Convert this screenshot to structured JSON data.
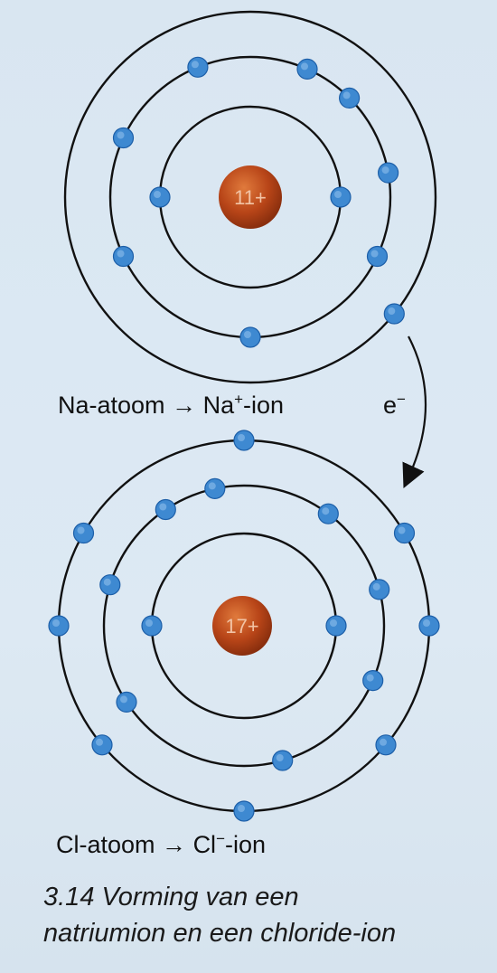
{
  "sodium": {
    "nucleus_label": "11+",
    "shells": [
      2,
      8,
      1
    ],
    "caption_atom": "Na-atoom",
    "caption_arrow": "→",
    "caption_ion_symbol": "Na",
    "caption_ion_charge": "+",
    "caption_ion_suffix": "-ion"
  },
  "transfer": {
    "label": "e",
    "charge": "−"
  },
  "chlorine": {
    "nucleus_label": "17+",
    "shells": [
      2,
      8,
      8
    ],
    "caption_atom": "Cl-atoom",
    "caption_arrow": "→",
    "caption_ion_symbol": "Cl",
    "caption_ion_charge": "−",
    "caption_ion_suffix": "-ion"
  },
  "figure": {
    "caption_line1": "3.14 Vorming van een",
    "caption_line2": "natriumion en een chloride-ion"
  },
  "colors": {
    "electron": "#3e89d1",
    "nucleus": "#b84518",
    "shell": "#111111",
    "background": "#dbe8f3"
  }
}
